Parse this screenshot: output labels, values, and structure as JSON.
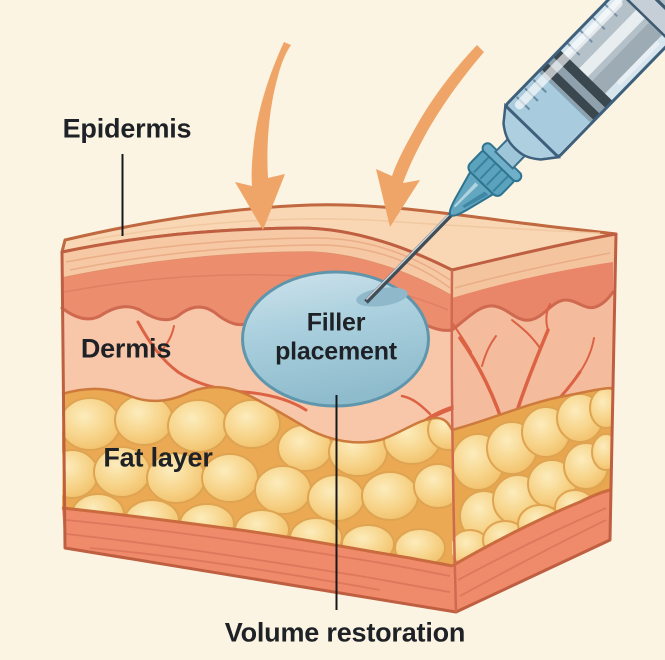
{
  "labels": {
    "epidermis": "Epidermis",
    "dermis": "Dermis",
    "fat_layer": "Fat layer",
    "filler_placement": "Filler placement",
    "volume_restoration": "Volume restoration"
  },
  "icons": {
    "syringe": "syringe-with-needle",
    "arrow_left": "curved-downward-pressure-arrow",
    "arrow_right": "curved-downward-pressure-arrow"
  },
  "colors": {
    "background": "#fcf4e2",
    "skin_surface": "#f9d7b4",
    "epidermis_band": "#f6c8a3",
    "epidermis_deep_band": "#ec8d6e",
    "dermis": "#f8c6a9",
    "fat_cells": "#f5cb79",
    "muscle_layer": "#ef8a6b",
    "blood_vessel": "#dc6244",
    "filler_bolus": "#a9cedd",
    "pressure_arrow": "#f0a568",
    "syringe_liquid": "#a8cbdd",
    "needle_metal": "#414e58",
    "outline": "#bf5f41",
    "label_text": "#1e2227"
  }
}
